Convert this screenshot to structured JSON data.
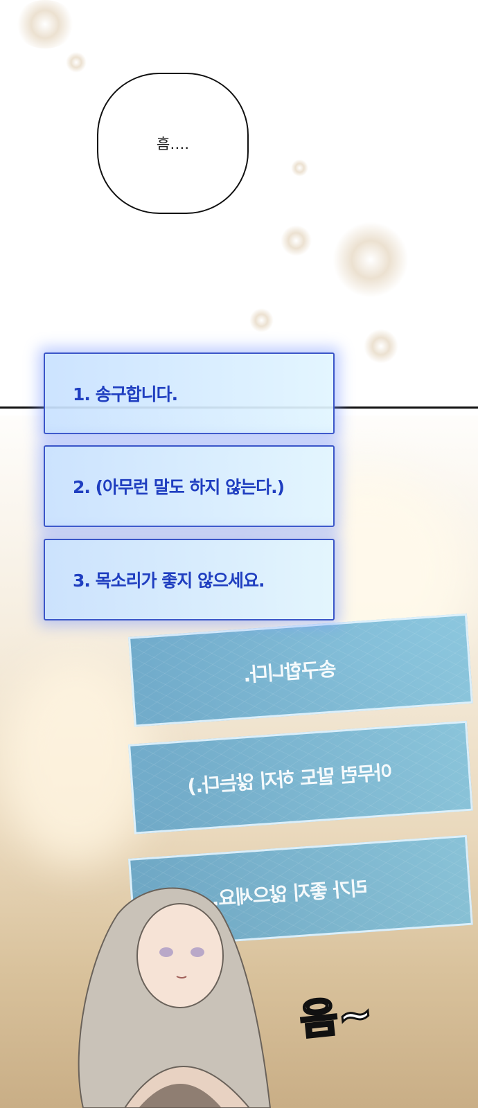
{
  "speech_bubble": {
    "text": "흠…."
  },
  "choices": [
    {
      "label": "1. 송구합니다."
    },
    {
      "label": "2. (아무런 말도 하지 않는다.)"
    },
    {
      "label": "3. 목소리가 좋지 않으세요."
    }
  ],
  "mirrored_panels": [
    {
      "text": "송구합니다."
    },
    {
      "text": "아무런 말도 하지 않는다.)"
    },
    {
      "text": "리가 좋지 않으세요."
    }
  ],
  "sound_effect": {
    "text": "음~"
  },
  "colors": {
    "choice_text": "#1f3ec0",
    "choice_border": "#3a55c8",
    "holo": "#6ab0d4"
  }
}
